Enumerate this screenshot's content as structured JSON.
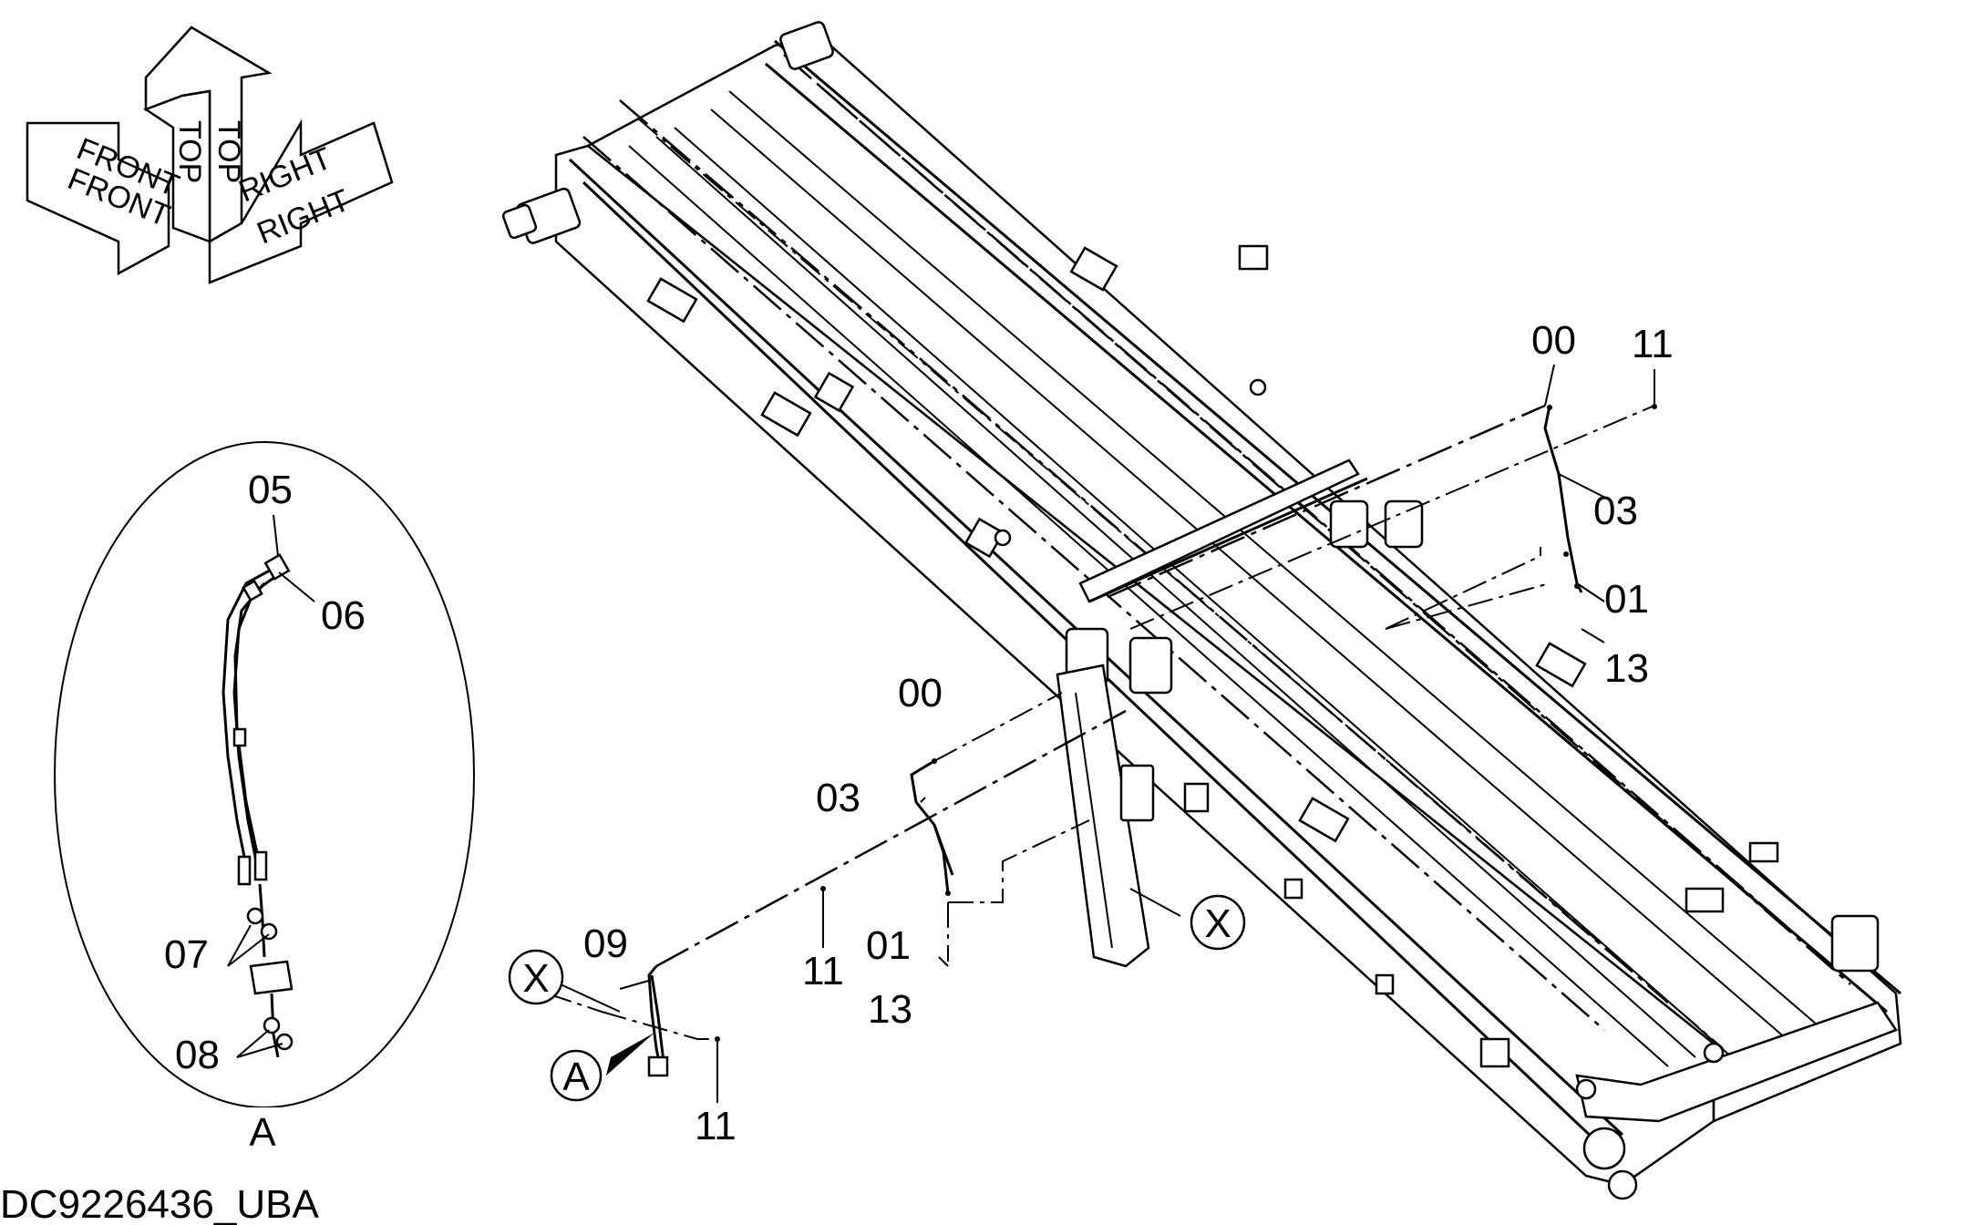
{
  "orientation": {
    "front_labels": [
      "FRONT",
      "FRONT"
    ],
    "top_labels": [
      "TOP",
      "TOP"
    ],
    "right_labels": [
      "RIGHT",
      "RIGHT"
    ]
  },
  "callouts": {
    "upper": {
      "c00": "00",
      "c11": "11",
      "c03": "03",
      "c01": "01",
      "c13": "13"
    },
    "lower": {
      "c00": "00",
      "c03": "03",
      "c11": "11",
      "c01": "01",
      "c13": "13",
      "c09": "09",
      "c11b": "11"
    },
    "x_marker_1": "X",
    "x_marker_2": "X",
    "a_marker": "A"
  },
  "detail_a": {
    "c05": "05",
    "c06": "06",
    "c07": "07",
    "c08": "08",
    "view_label": "A"
  },
  "document_id": "DC9226436_UBA"
}
